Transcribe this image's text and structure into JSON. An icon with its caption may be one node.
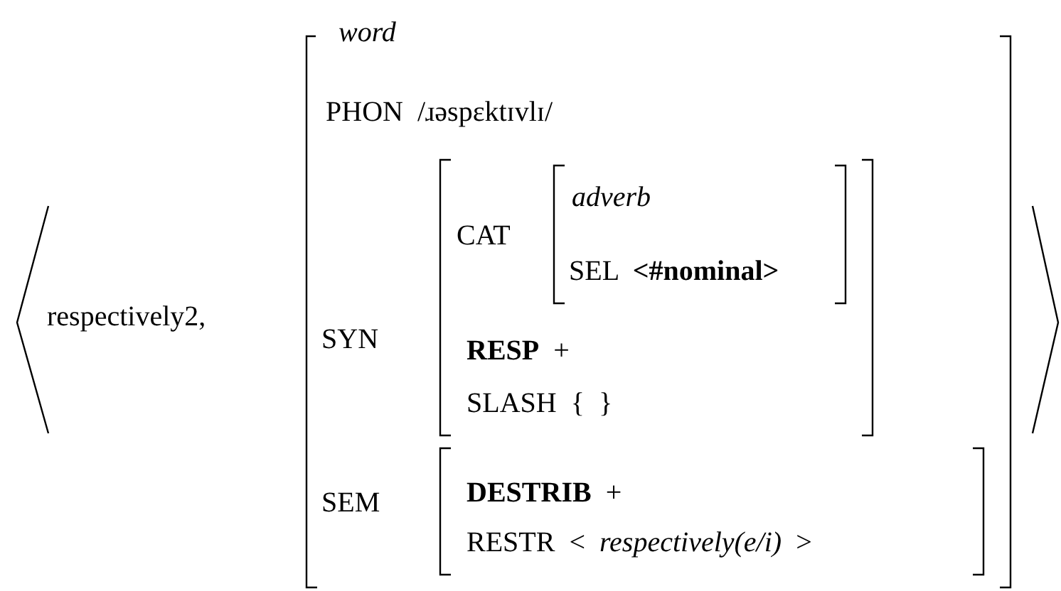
{
  "diagram": {
    "nodes": [
      {
        "text": [
          "word",
          "PHON /ɹəspɛktɪvlɪ/",
          "SYN",
          "SEM"
        ]
      },
      {
        "text": [
          "CAT",
          "**RESP** +",
          "SLASH { }"
        ],
        "in": 0
      },
      {
        "text": [
          "adverb",
          "SEL **<#nominal>**"
        ],
        "in": 1
      },
      {
        "text": [
          "**DESTRIB** +",
          "RESTR < *respectively(e/i)* >"
        ],
        "in": 0
      }
    ],
    "labels": [
      "respectively2,"
    ]
  }
}
